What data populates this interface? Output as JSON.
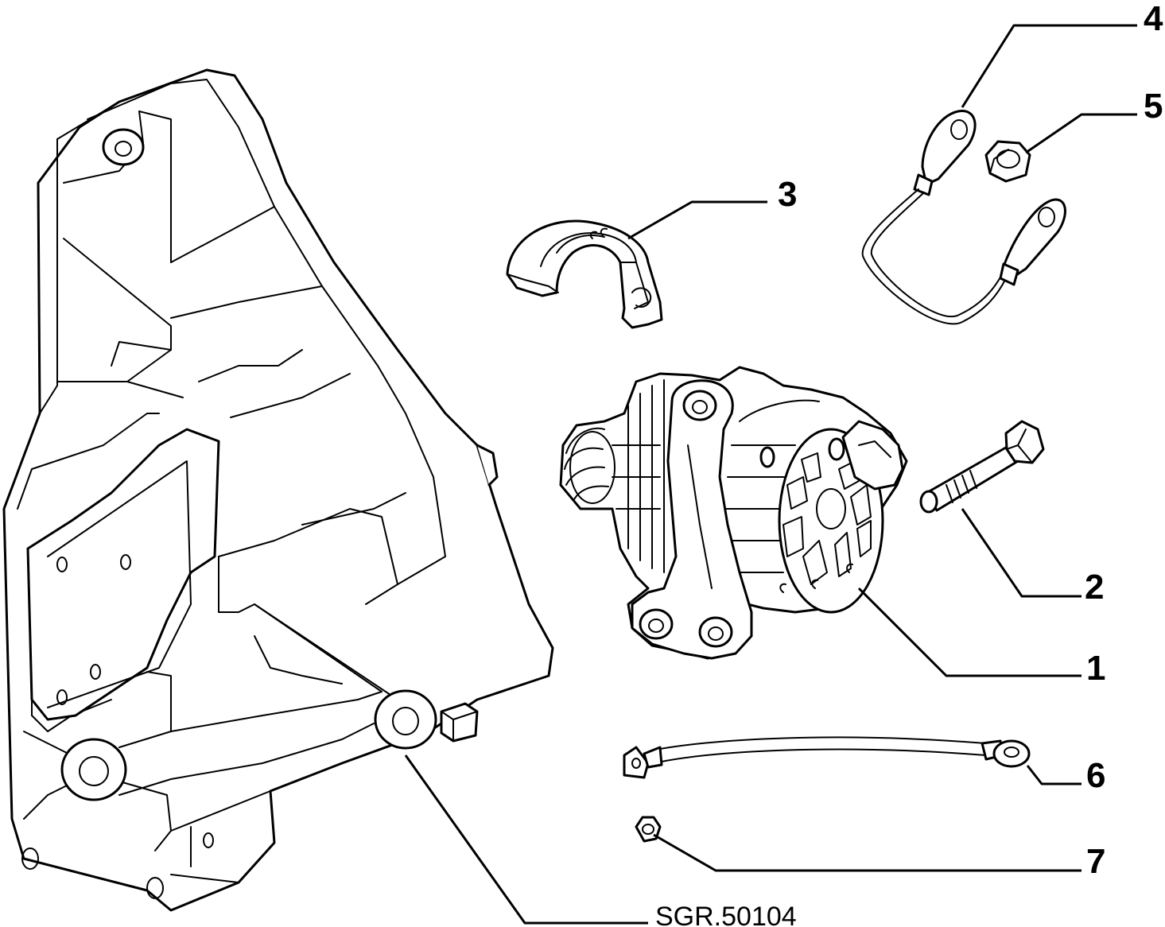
{
  "diagram": {
    "reference_code": "SGR.50104",
    "callouts": [
      {
        "number": "1",
        "part": "alternator"
      },
      {
        "number": "2",
        "part": "bolt"
      },
      {
        "number": "3",
        "part": "bracket-clamp"
      },
      {
        "number": "4",
        "part": "ground-cable"
      },
      {
        "number": "5",
        "part": "nut"
      },
      {
        "number": "6",
        "part": "ground-strap"
      },
      {
        "number": "7",
        "part": "nut"
      }
    ]
  }
}
